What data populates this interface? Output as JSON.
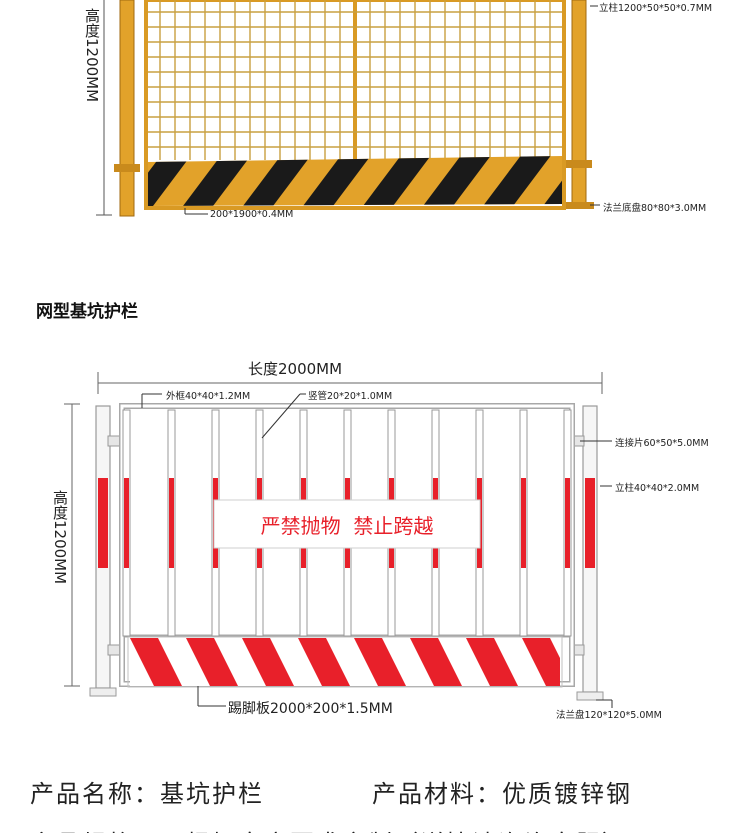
{
  "figure_top": {
    "height_label": "高度1200MM",
    "post_label": "立柱1200*50*50*0.7MM",
    "plate_label": "200*1900*0.4MM",
    "flange_label": "法兰底盘80*80*3.0MM"
  },
  "section_title": "网型基坑护栏",
  "figure_bottom": {
    "length_label": "长度2000MM",
    "height_label": "高度1200MM",
    "frame_label": "外框40*40*1.2MM",
    "tube_label": "竖管20*20*1.0MM",
    "connector_label": "连接片60*50*5.0MM",
    "post_label": "立柱40*40*2.0MM",
    "sign_text": "严禁抛物  禁止跨越",
    "kickboard_label": "踢脚板2000*200*1.5MM",
    "flange_label": "法兰盘120*120*5.0MM"
  },
  "specs": {
    "name": "产品名称：基坑护栏",
    "material": "产品材料：优质镀锌钢",
    "size_partial": "产品规格：可根据客户要求定制（详情请咨询客服）"
  },
  "colors": {
    "yellow_frame": "#e2a22a",
    "red_stripe": "#e8202a",
    "black_stripe": "#1a1a1a"
  }
}
